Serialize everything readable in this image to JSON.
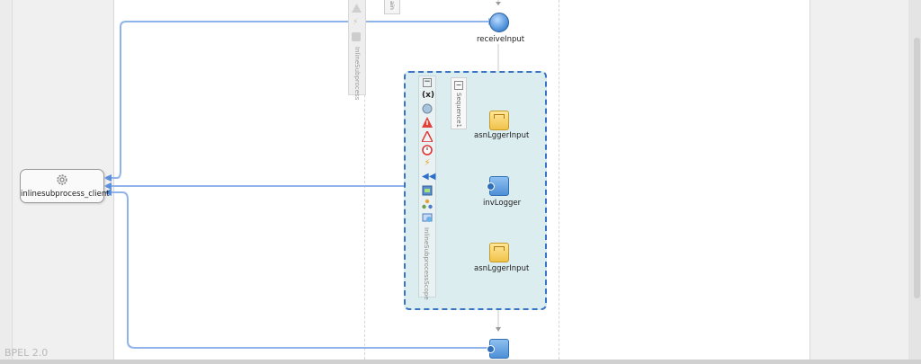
{
  "partner": {
    "label": "inlinesubprocess_client",
    "icon": "gear-icon"
  },
  "collapsed_panel": {
    "label": "InlineSubprocess"
  },
  "main_tab": {
    "label": "ain"
  },
  "activities": {
    "receive": {
      "label": "receiveInput",
      "icon": "receive-icon"
    },
    "assign1": {
      "label": "asnLggerInput",
      "icon": "assign-icon"
    },
    "invoke": {
      "label": "invLogger",
      "icon": "invoke-icon"
    },
    "assign2": {
      "label": "asnLggerInput",
      "icon": "assign-icon"
    },
    "reply": {
      "label": "",
      "icon": "reply-icon"
    }
  },
  "scope": {
    "label": "InlineSubprocessScope",
    "tools": [
      "collapse-icon",
      "variables-icon",
      "correlation-icon",
      "fault-handler-icon",
      "catch-all-icon",
      "alarm-icon",
      "event-icon",
      "compensation-icon",
      "termination-icon",
      "partner-link-icon",
      "message-icon"
    ]
  },
  "sequence": {
    "label": "Sequence1"
  },
  "footer": {
    "label": "BPEL 2.0"
  },
  "colors": {
    "link": "#8fb3ea",
    "scope_border": "#3a74c6",
    "scope_fill": "#dcedf0"
  }
}
